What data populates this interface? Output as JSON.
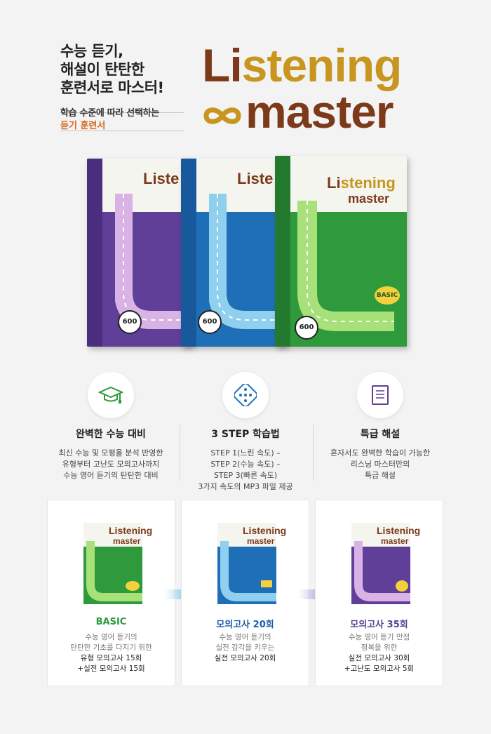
{
  "header": {
    "headline": [
      "수능 듣기,",
      "해설이 탄탄한",
      "훈련서로 마스터!"
    ],
    "sub": "학습 수준에 따라 선택하는",
    "sub_accent": "듣기 훈련서"
  },
  "logo": {
    "word1_part1": "Li",
    "word1_part2": "stening",
    "word2": "master"
  },
  "books": {
    "title_a": "Liste",
    "title_b": "ning",
    "title_m": "master",
    "badge": "600",
    "basic": "BASIC"
  },
  "features": [
    {
      "icon": "graduation-cap-icon",
      "title": "완벽한 수능 대비",
      "lines": [
        "최신 수능 및 모평을 분석 반영한",
        "유형부터 고난도 모의고사까지",
        "수능 영어 듣기의 탄탄한 대비"
      ]
    },
    {
      "icon": "dice-icon",
      "title": "3 STEP 학습법",
      "lines": [
        "STEP 1(느린 속도) –",
        "STEP 2(수능 속도) –",
        "STEP 3(빠른 속도)",
        "3가지 속도의 MP3 파일 제공"
      ]
    },
    {
      "icon": "book-icon",
      "title": "특급 해설",
      "lines": [
        "혼자서도 완벽한 학습이 가능한",
        "리스닝 마스터만의",
        "특급 해설"
      ]
    }
  ],
  "cards": [
    {
      "title": "BASIC",
      "color": "#2e9a3c",
      "lines_gray": [
        "수능 영어 듣기의",
        "탄탄한 기초를 다지기 위한"
      ],
      "lines_dark": [
        "유형 모의고사 15회",
        "+실전 모의고사 15회"
      ]
    },
    {
      "title": "모의고사 20회",
      "color": "#1f5ea8",
      "lines_gray": [
        "수능 영어 듣기의",
        "실전 감각을 키우는"
      ],
      "lines_dark": [
        "실전 모의고사 20회"
      ]
    },
    {
      "title": "모의고사 35회",
      "color": "#5a3f93",
      "lines_gray": [
        "수능 영어 듣기 만점",
        "정복을 위한"
      ],
      "lines_dark": [
        "실전 모의고사 30회",
        "+고난도 모의고사 5회"
      ]
    }
  ],
  "colors": {
    "brown": "#7c3a1b",
    "gold": "#c8961f",
    "green": "#2e9a3c",
    "blue": "#1f6fb8",
    "purple": "#5f3f98"
  }
}
